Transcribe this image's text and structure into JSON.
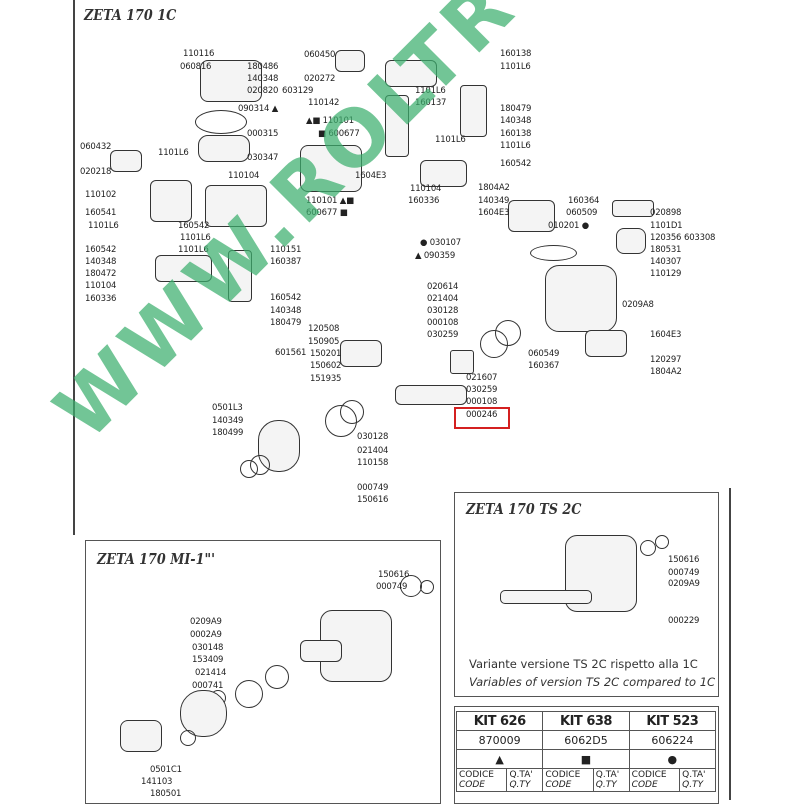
{
  "watermark": "WWW.ROLTRONIK.PL",
  "colors": {
    "watermark": "#3caf6e",
    "highlight": "#d42020"
  },
  "sheet_1c": {
    "title": "ZETA 170 1C",
    "labels": [
      "110116",
      "060816",
      "180486",
      "140348",
      "020820",
      "603129",
      "090314 ▲",
      "000315",
      "030347",
      "110104",
      "060432",
      "020218",
      "110102",
      "160541",
      "1101L6",
      "1101L6",
      "160542",
      "1101L6",
      "1101L6",
      "160542",
      "140348",
      "180472",
      "110104",
      "160336",
      "110151",
      "160387",
      "160542",
      "140348",
      "180479",
      "060450",
      "020272",
      "110142",
      "160138",
      "1101L6",
      "1101L6",
      "160137",
      "180479",
      "140348",
      "160138",
      "1101L6",
      "1101L6",
      "▲■ 110101",
      "■ 600677",
      "1604E3",
      "110101 ▲■",
      "600677 ■",
      "160542",
      "110104",
      "160336",
      "1804A2",
      "140349",
      "1604E3",
      "● 030107",
      "▲ 090359",
      "160364",
      "060509",
      "020898",
      "1101D1",
      "120356",
      "603308",
      "180531",
      "140307",
      "110129",
      "010201 ●",
      "020614",
      "021404",
      "030128",
      "000108",
      "030259",
      "0209A8",
      "1604E3",
      "060549",
      "160367",
      "120297",
      "1804A2",
      "021607",
      "120508",
      "150905",
      "601561",
      "150201",
      "150602",
      "151935",
      "030259",
      "000108",
      "000246",
      "0501L3",
      "140349",
      "180499",
      "030128",
      "021404",
      "110158",
      "000749",
      "150616"
    ],
    "highlighted_code": "000246"
  },
  "mi1": {
    "title": "ZETA 170 MI-1\"'",
    "labels": [
      "150616",
      "000749",
      "0209A9",
      "0002A9",
      "030148",
      "153409",
      "021414",
      "000741",
      "0501C1",
      "141103",
      "180501"
    ]
  },
  "ts2c": {
    "title": "ZETA 170 TS 2C",
    "labels": [
      "150616",
      "000749",
      "0209A9",
      "000229"
    ],
    "note_it": "Variante versione TS 2C rispetto alla 1C",
    "note_en": "Variables of version TS 2C compared to 1C"
  },
  "kits": {
    "items": [
      {
        "name": "KIT 626",
        "code": "870009",
        "symbol": "▲"
      },
      {
        "name": "KIT 638",
        "code": "6062D5",
        "symbol": "■"
      },
      {
        "name": "KIT 523",
        "code": "606224",
        "symbol": "●"
      }
    ],
    "code_it": "CODICE",
    "code_en": "CODE",
    "qty_it": "Q.TA'",
    "qty_en": "Q.TY"
  }
}
